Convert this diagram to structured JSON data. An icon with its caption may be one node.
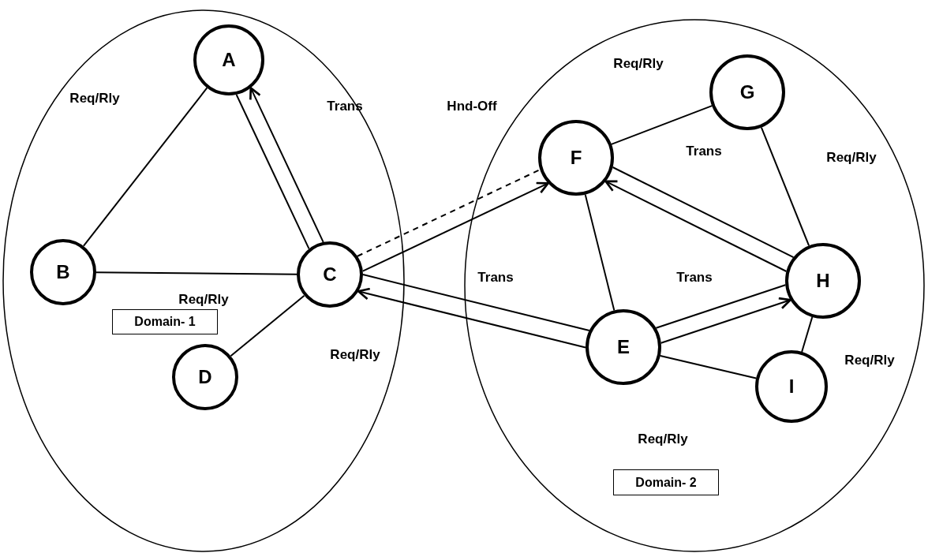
{
  "diagram": {
    "nodes": [
      {
        "text": [],
        "shape": "ellipse"
      },
      {
        "text": [
          "A"
        ],
        "in": 0
      },
      {
        "text": [
          "B"
        ],
        "in": 0
      },
      {
        "text": [
          "C"
        ],
        "in": 0
      },
      {
        "text": [
          "Domain- 1"
        ],
        "in": 0
      },
      {
        "text": [
          "D"
        ],
        "in": 0
      },
      {
        "text": [],
        "shape": "ellipse"
      },
      {
        "text": [
          "G"
        ],
        "in": 6
      },
      {
        "text": [
          "F"
        ],
        "in": 6
      },
      {
        "text": [
          "H"
        ],
        "in": 6
      },
      {
        "text": [
          "E"
        ],
        "in": 6
      },
      {
        "text": [
          "I"
        ],
        "in": 6
      },
      {
        "text": [
          "Domain- 2"
        ],
        "in": 6
      }
    ],
    "edges": [
      {
        "from": 1,
        "to": 2,
        "arrow": "none",
        "label": "Req/Rly"
      },
      {
        "from": 1,
        "to": 3,
        "arrow": "none"
      },
      {
        "from": 3,
        "to": 1,
        "arrow": "to",
        "label": "Trans"
      },
      {
        "from": 2,
        "to": 3,
        "arrow": "none",
        "label": "Req/Rly"
      },
      {
        "from": 3,
        "to": 5,
        "arrow": "none",
        "label": "Req/Rly"
      },
      {
        "from": 3,
        "to": 8,
        "arrow": "none",
        "style": "dashed"
      },
      {
        "from": 3,
        "to": 8,
        "arrow": "to"
      },
      {
        "from": 3,
        "to": 10,
        "arrow": "none"
      },
      {
        "from": 10,
        "to": 3,
        "arrow": "to"
      },
      {
        "from": 8,
        "to": 7,
        "arrow": "none",
        "label": "Req/Rly"
      },
      {
        "from": 8,
        "to": 9,
        "arrow": "none"
      },
      {
        "from": 9,
        "to": 8,
        "arrow": "to"
      },
      {
        "from": 7,
        "to": 9,
        "arrow": "none",
        "label": "Req/Rly"
      },
      {
        "from": 8,
        "to": 10,
        "arrow": "none"
      },
      {
        "from": 10,
        "to": 9,
        "arrow": "none"
      },
      {
        "from": 10,
        "to": 9,
        "arrow": "to"
      },
      {
        "from": 9,
        "to": 11,
        "arrow": "none",
        "label": "Req/Rly"
      },
      {
        "from": 10,
        "to": 11,
        "arrow": "none"
      }
    ],
    "labels": [
      "Hnd-Off",
      "Trans",
      "Trans",
      "Trans",
      "Req/Rly"
    ]
  }
}
